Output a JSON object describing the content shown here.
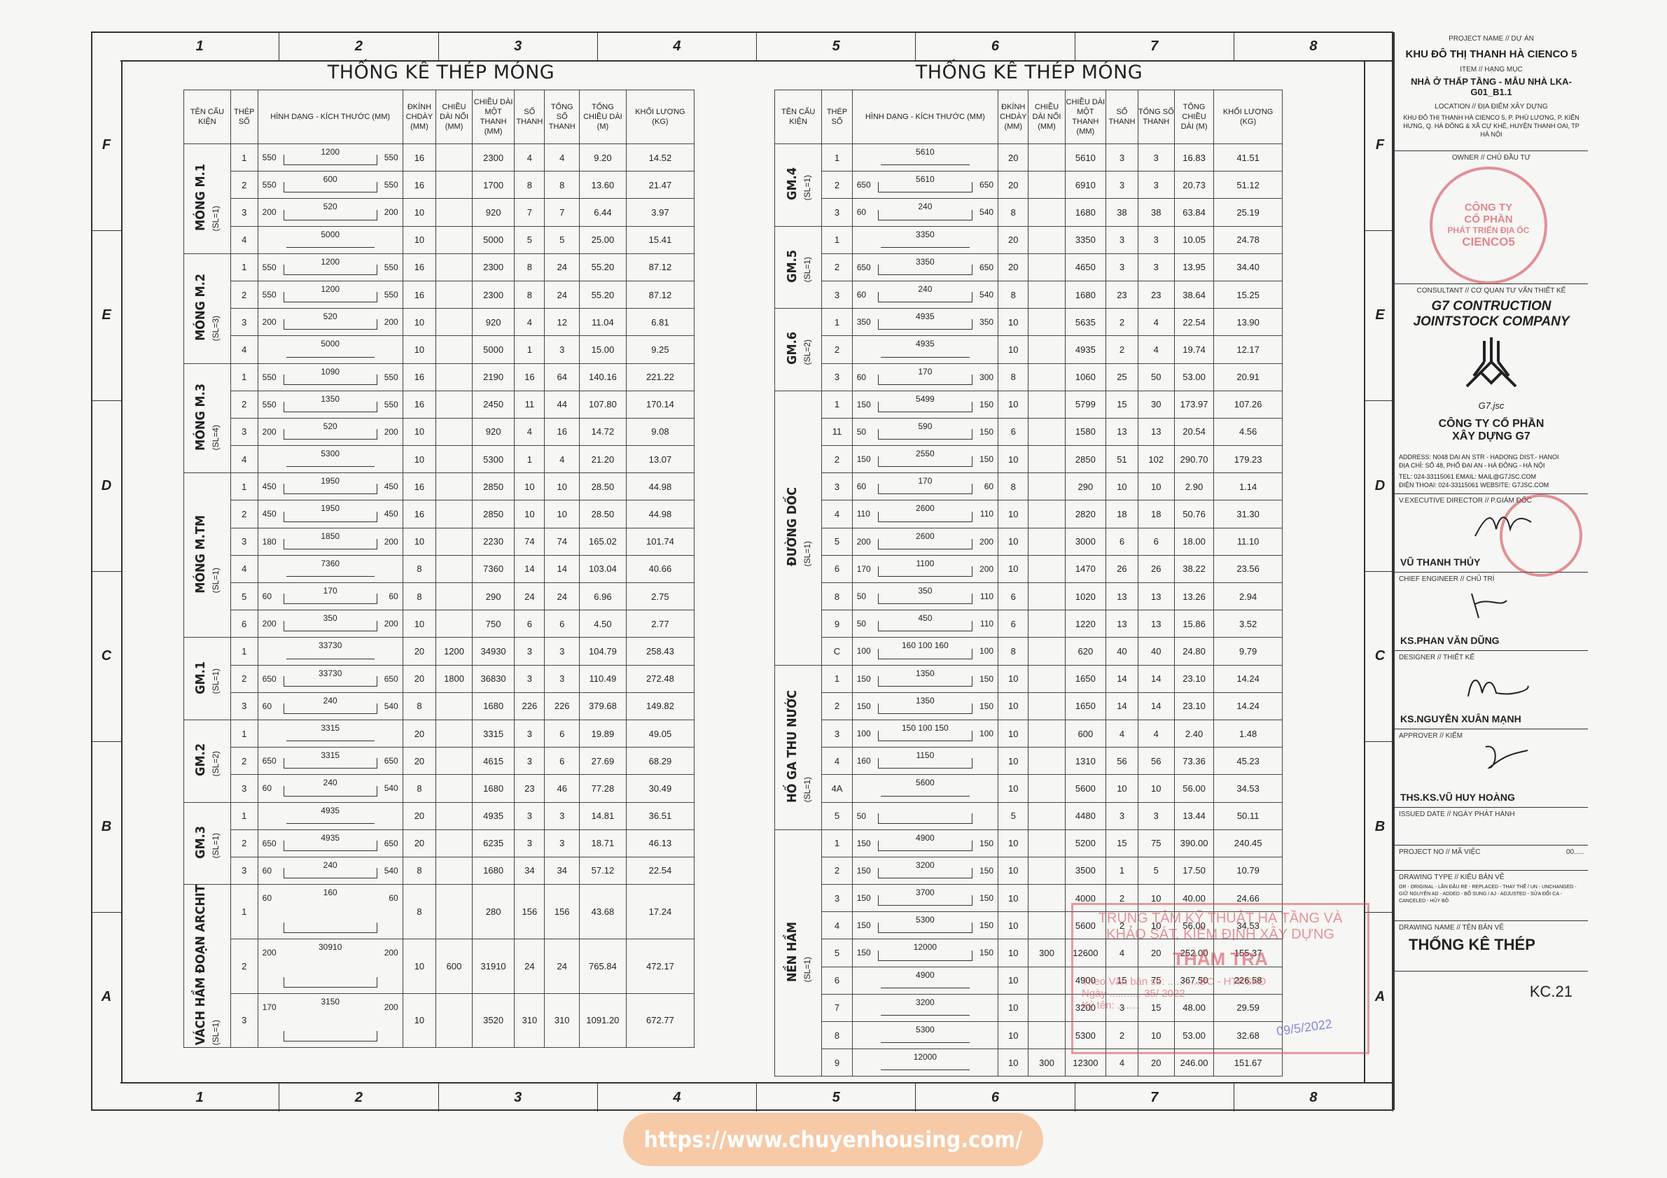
{
  "columns": [
    "1",
    "2",
    "3",
    "4",
    "5",
    "6",
    "7",
    "8"
  ],
  "rows": [
    "F",
    "E",
    "D",
    "C",
    "B",
    "A"
  ],
  "left_title": "THỐNG KÊ THÉP MÓNG",
  "right_title": "THỐNG KÊ THÉP MÓNG",
  "headers": [
    "TÊN CẤU KIỆN",
    "THÉP SỐ",
    "HÌNH DẠNG - KÍCH THƯỚC (MM)",
    "ĐKÍNH CHDÀY (MM)",
    "CHIỀU DÀI NỐI (MM)",
    "CHIỀU DÀI MỘT THANH (MM)",
    "SỐ THANH",
    "TỔNG SỐ THANH",
    "TỔNG CHIỀU DÀI (M)",
    "KHỐI LƯỢNG (KG)"
  ],
  "left_groups": [
    {
      "name": "MÓNG M.1",
      "sl": "(SL=1)",
      "rows": [
        [
          "1",
          "550",
          "1200",
          "550",
          "16",
          "",
          "2300",
          "4",
          "4",
          "9.20",
          "14.52"
        ],
        [
          "2",
          "550",
          "600",
          "550",
          "16",
          "",
          "1700",
          "8",
          "8",
          "13.60",
          "21.47"
        ],
        [
          "3",
          "200",
          "520",
          "200",
          "10",
          "",
          "920",
          "7",
          "7",
          "6.44",
          "3.97"
        ],
        [
          "4",
          "",
          "5000",
          "",
          "10",
          "",
          "5000",
          "5",
          "5",
          "25.00",
          "15.41"
        ]
      ]
    },
    {
      "name": "MÓNG M.2",
      "sl": "(SL=3)",
      "rows": [
        [
          "1",
          "550",
          "1200",
          "550",
          "16",
          "",
          "2300",
          "8",
          "24",
          "55.20",
          "87.12"
        ],
        [
          "2",
          "550",
          "1200",
          "550",
          "16",
          "",
          "2300",
          "8",
          "24",
          "55.20",
          "87.12"
        ],
        [
          "3",
          "200",
          "520",
          "200",
          "10",
          "",
          "920",
          "4",
          "12",
          "11.04",
          "6.81"
        ],
        [
          "4",
          "",
          "5000",
          "",
          "10",
          "",
          "5000",
          "1",
          "3",
          "15.00",
          "9.25"
        ]
      ]
    },
    {
      "name": "MÓNG M.3",
      "sl": "(SL=4)",
      "rows": [
        [
          "1",
          "550",
          "1090",
          "550",
          "16",
          "",
          "2190",
          "16",
          "64",
          "140.16",
          "221.22"
        ],
        [
          "2",
          "550",
          "1350",
          "550",
          "16",
          "",
          "2450",
          "11",
          "44",
          "107.80",
          "170.14"
        ],
        [
          "3",
          "200",
          "520",
          "200",
          "10",
          "",
          "920",
          "4",
          "16",
          "14.72",
          "9.08"
        ],
        [
          "4",
          "",
          "5300",
          "",
          "10",
          "",
          "5300",
          "1",
          "4",
          "21.20",
          "13.07"
        ]
      ]
    },
    {
      "name": "MÓNG M.TM",
      "sl": "(SL=1)",
      "rows": [
        [
          "1",
          "450",
          "1950",
          "450",
          "16",
          "",
          "2850",
          "10",
          "10",
          "28.50",
          "44.98"
        ],
        [
          "2",
          "450",
          "1950",
          "450",
          "16",
          "",
          "2850",
          "10",
          "10",
          "28.50",
          "44.98"
        ],
        [
          "3",
          "180",
          "1850",
          "200",
          "10",
          "",
          "2230",
          "74",
          "74",
          "165.02",
          "101.74"
        ],
        [
          "4",
          "",
          "7360",
          "",
          "8",
          "",
          "7360",
          "14",
          "14",
          "103.04",
          "40.66"
        ],
        [
          "5",
          "60",
          "170",
          "60",
          "8",
          "",
          "290",
          "24",
          "24",
          "6.96",
          "2.75"
        ],
        [
          "6",
          "200",
          "350",
          "200",
          "10",
          "",
          "750",
          "6",
          "6",
          "4.50",
          "2.77"
        ]
      ]
    },
    {
      "name": "GM.1",
      "sl": "(SL=1)",
      "rows": [
        [
          "1",
          "",
          "33730",
          "",
          "20",
          "1200",
          "34930",
          "3",
          "3",
          "104.79",
          "258.43"
        ],
        [
          "2",
          "650",
          "33730",
          "650",
          "20",
          "1800",
          "36830",
          "3",
          "3",
          "110.49",
          "272.48"
        ],
        [
          "3",
          "60",
          "240",
          "540",
          "8",
          "",
          "1680",
          "226",
          "226",
          "379.68",
          "149.82"
        ]
      ]
    },
    {
      "name": "GM.2",
      "sl": "(SL=2)",
      "rows": [
        [
          "1",
          "",
          "3315",
          "",
          "20",
          "",
          "3315",
          "3",
          "6",
          "19.89",
          "49.05"
        ],
        [
          "2",
          "650",
          "3315",
          "650",
          "20",
          "",
          "4615",
          "3",
          "6",
          "27.69",
          "68.29"
        ],
        [
          "3",
          "60",
          "240",
          "540",
          "8",
          "",
          "1680",
          "23",
          "46",
          "77.28",
          "30.49"
        ]
      ]
    },
    {
      "name": "GM.3",
      "sl": "(SL=1)",
      "rows": [
        [
          "1",
          "",
          "4935",
          "",
          "20",
          "",
          "4935",
          "3",
          "3",
          "14.81",
          "36.51"
        ],
        [
          "2",
          "650",
          "4935",
          "650",
          "20",
          "",
          "6235",
          "3",
          "3",
          "18.71",
          "46.13"
        ],
        [
          "3",
          "60",
          "240",
          "540",
          "8",
          "",
          "1680",
          "34",
          "34",
          "57.12",
          "22.54"
        ]
      ]
    },
    {
      "name": "VÁCH HẦM ĐOẠN ARCHIT",
      "sl": "(SL=1)",
      "rows": [
        [
          "1",
          "60",
          "160",
          "60",
          "8",
          "",
          "280",
          "156",
          "156",
          "43.68",
          "17.24"
        ],
        [
          "2",
          "200",
          "30910",
          "200",
          "10",
          "600",
          "31910",
          "24",
          "24",
          "765.84",
          "472.17"
        ],
        [
          "3",
          "170",
          "3150",
          "200",
          "10",
          "",
          "3520",
          "310",
          "310",
          "1091.20",
          "672.77"
        ]
      ]
    }
  ],
  "right_groups": [
    {
      "name": "GM.4",
      "sl": "(SL=1)",
      "rows": [
        [
          "1",
          "",
          "5610",
          "",
          "20",
          "",
          "5610",
          "3",
          "3",
          "16.83",
          "41.51"
        ],
        [
          "2",
          "650",
          "5610",
          "650",
          "20",
          "",
          "6910",
          "3",
          "3",
          "20.73",
          "51.12"
        ],
        [
          "3",
          "60",
          "240",
          "540",
          "8",
          "",
          "1680",
          "38",
          "38",
          "63.84",
          "25.19"
        ]
      ]
    },
    {
      "name": "GM.5",
      "sl": "(SL=1)",
      "rows": [
        [
          "1",
          "",
          "3350",
          "",
          "20",
          "",
          "3350",
          "3",
          "3",
          "10.05",
          "24.78"
        ],
        [
          "2",
          "650",
          "3350",
          "650",
          "20",
          "",
          "4650",
          "3",
          "3",
          "13.95",
          "34.40"
        ],
        [
          "3",
          "60",
          "240",
          "540",
          "8",
          "",
          "1680",
          "23",
          "23",
          "38.64",
          "15.25"
        ]
      ]
    },
    {
      "name": "GM.6",
      "sl": "(SL=2)",
      "rows": [
        [
          "1",
          "350",
          "4935",
          "350",
          "10",
          "",
          "5635",
          "2",
          "4",
          "22.54",
          "13.90"
        ],
        [
          "2",
          "",
          "4935",
          "",
          "10",
          "",
          "4935",
          "2",
          "4",
          "19.74",
          "12.17"
        ],
        [
          "3",
          "60",
          "170",
          "300",
          "8",
          "",
          "1060",
          "25",
          "50",
          "53.00",
          "20.91"
        ]
      ]
    },
    {
      "name": "ĐƯỜNG DỐC",
      "sl": "(SL=1)",
      "rows": [
        [
          "1",
          "150",
          "5499",
          "150",
          "10",
          "",
          "5799",
          "15",
          "30",
          "173.97",
          "107.26"
        ],
        [
          "11",
          "50",
          "590",
          "150",
          "6",
          "",
          "1580",
          "13",
          "13",
          "20.54",
          "4.56"
        ],
        [
          "2",
          "150",
          "2550",
          "150",
          "10",
          "",
          "2850",
          "51",
          "102",
          "290.70",
          "179.23"
        ],
        [
          "3",
          "60",
          "170",
          "60",
          "8",
          "",
          "290",
          "10",
          "10",
          "2.90",
          "1.14"
        ],
        [
          "4",
          "110",
          "2600",
          "110",
          "10",
          "",
          "2820",
          "18",
          "18",
          "50.76",
          "31.30"
        ],
        [
          "5",
          "200",
          "2600",
          "200",
          "10",
          "",
          "3000",
          "6",
          "6",
          "18.00",
          "11.10"
        ],
        [
          "6",
          "170",
          "1100",
          "200",
          "10",
          "",
          "1470",
          "26",
          "26",
          "38.22",
          "23.56"
        ],
        [
          "8",
          "50",
          "350",
          "110",
          "6",
          "",
          "1020",
          "13",
          "13",
          "13.26",
          "2.94"
        ],
        [
          "9",
          "50",
          "450",
          "110",
          "6",
          "",
          "1220",
          "13",
          "13",
          "15.86",
          "3.52"
        ],
        [
          "C",
          "100",
          "160  100  160",
          "100",
          "8",
          "",
          "620",
          "40",
          "40",
          "24.80",
          "9.79"
        ]
      ]
    },
    {
      "name": "HỐ GA THU NƯỚC",
      "sl": "(SL=1)",
      "rows": [
        [
          "1",
          "150",
          "1350",
          "150",
          "10",
          "",
          "1650",
          "14",
          "14",
          "23.10",
          "14.24"
        ],
        [
          "2",
          "150",
          "1350",
          "150",
          "10",
          "",
          "1650",
          "14",
          "14",
          "23.10",
          "14.24"
        ],
        [
          "3",
          "100",
          "150  100  150",
          "100",
          "10",
          "",
          "600",
          "4",
          "4",
          "2.40",
          "1.48"
        ],
        [
          "4",
          "160",
          "1150",
          "",
          "10",
          "",
          "1310",
          "56",
          "56",
          "73.36",
          "45.23"
        ],
        [
          "4A",
          "",
          "5600",
          "",
          "10",
          "",
          "5600",
          "10",
          "10",
          "56.00",
          "34.53"
        ],
        [
          "5",
          "50",
          "",
          "",
          "5",
          "",
          "4480",
          "3",
          "3",
          "13.44",
          "50.11"
        ]
      ]
    },
    {
      "name": "NỀN HẦM",
      "sl": "(SL=1)",
      "rows": [
        [
          "1",
          "150",
          "4900",
          "150",
          "10",
          "",
          "5200",
          "15",
          "75",
          "390.00",
          "240.45"
        ],
        [
          "2",
          "150",
          "3200",
          "150",
          "10",
          "",
          "3500",
          "1",
          "5",
          "17.50",
          "10.79"
        ],
        [
          "3",
          "150",
          "3700",
          "150",
          "10",
          "",
          "4000",
          "2",
          "10",
          "40.00",
          "24.66"
        ],
        [
          "4",
          "150",
          "5300",
          "150",
          "10",
          "",
          "5600",
          "2",
          "10",
          "56.00",
          "34.53"
        ],
        [
          "5",
          "150",
          "12000",
          "150",
          "10",
          "300",
          "12600",
          "4",
          "20",
          "252.00",
          "155.37"
        ],
        [
          "6",
          "",
          "4900",
          "",
          "10",
          "",
          "4900",
          "15",
          "75",
          "367.50",
          "226.58"
        ],
        [
          "7",
          "",
          "3200",
          "",
          "10",
          "",
          "3200",
          "3",
          "15",
          "48.00",
          "29.59"
        ],
        [
          "8",
          "",
          "5300",
          "",
          "10",
          "",
          "5300",
          "2",
          "10",
          "53.00",
          "32.68"
        ],
        [
          "9",
          "",
          "12000",
          "",
          "10",
          "300",
          "12300",
          "4",
          "20",
          "246.00",
          "151.67"
        ]
      ]
    }
  ],
  "titleblock": {
    "project_label": "PROJECT NAME // DỰ ÁN",
    "project": "KHU ĐÔ THỊ THANH HÀ CIENCO 5",
    "item_label": "ITEM // HẠNG MỤC",
    "item": "NHÀ Ở THẤP TẦNG - MẪU NHÀ LKA-G01_B1.1",
    "location_label": "LOCATION // ĐỊA ĐIỂM XÂY DỰNG",
    "location": "KHU ĐÔ THỊ THANH HÀ CIENCO 5, P. PHÚ LƯƠNG, P. KIẾN HƯNG, Q. HÀ ĐÔNG & XÃ CỰ KHÊ, HUYỆN THANH OAI, TP HÀ NỘI",
    "owner_label": "OWNER // CHỦ ĐẦU TƯ",
    "owner_stamp": [
      "CÔNG TY",
      "CỔ PHẦN",
      "PHÁT TRIỂN ĐỊA ỐC",
      "CIENCO5"
    ],
    "consultant_label": "CONSULTANT // CƠ QUAN TƯ VẤN THIẾT KẾ",
    "consultant1": "G7 CONTRUCTION",
    "consultant2": "JOINTSTOCK COMPANY",
    "logo_text": "G7.jsc",
    "company1": "CÔNG TY CỔ PHẦN",
    "company2": "XÂY DỰNG G7",
    "address": "ADDRESS: N048 DAI AN STR - HADONG DIST.- HANOI",
    "address_vn": "ĐỊA CHỈ:   SỐ 48, PHỐ ĐẠI AN - HÀ ĐÔNG - HÀ NỘI",
    "tel": "TEL:   024-33115061  EMAIL: MAIL@G7JSC.COM",
    "tel_vn": "ĐIỆN THOẠI: 024-33115061  WEBSITE:  G7JSC.COM",
    "director_label": "V.EXECUTIVE DIRECTOR // P.GIÁM ĐỐC",
    "director": "VŨ THANH THỦY",
    "chief_label": "CHIEF ENGINEER // CHỦ TRÌ",
    "chief": "KS.PHAN VĂN DŨNG",
    "designer_label": "DESIGNER // THIẾT KẾ",
    "designer": "KS.NGUYỄN XUÂN MẠNH",
    "approver_label": "APPROVER // KIỂM",
    "approver": "THS.KS.VŨ HUY HOÀNG",
    "issued_label": "ISSUED DATE // NGÀY PHÁT HÀNH",
    "projno_label": "PROJECT NO // MÃ VIỆC",
    "projno": "00.....",
    "type_label": "DRAWING TYPE // KIỂU BẢN VẼ",
    "type_codes": "OR - ORIGINAL - LẦN ĐẦU    RE - REPLACED - THAY THẾ / UN - UNCHANGED - GIỮ NGUYÊN    AD - ADDED - BỔ SUNG / AJ - ADJUSTED - SỬA ĐỔI    CA - CANCELED - HỦY BỎ",
    "name_label": "DRAWING NAME // TÊN BẢN VẼ",
    "drawing_name": "THỐNG KÊ THÉP",
    "sheet_no": "KC.21"
  },
  "review_stamp": {
    "line1": "TRUNG TÂM KỸ THUẬT HẠ TẦNG VÀ",
    "line2": "KHẢO SÁT, KIỂM ĐỊNH XÂY DỰNG",
    "line3": "THẨM TRA",
    "line4": "Theo Văn bản số: ...........BC - HTKSKĐ",
    "line5": "Ngày ........... 35/ 2022",
    "line6": "Ký tên: ........",
    "date": "09/5/2022"
  },
  "watermark": "https://www.chuyenhousing.com/"
}
